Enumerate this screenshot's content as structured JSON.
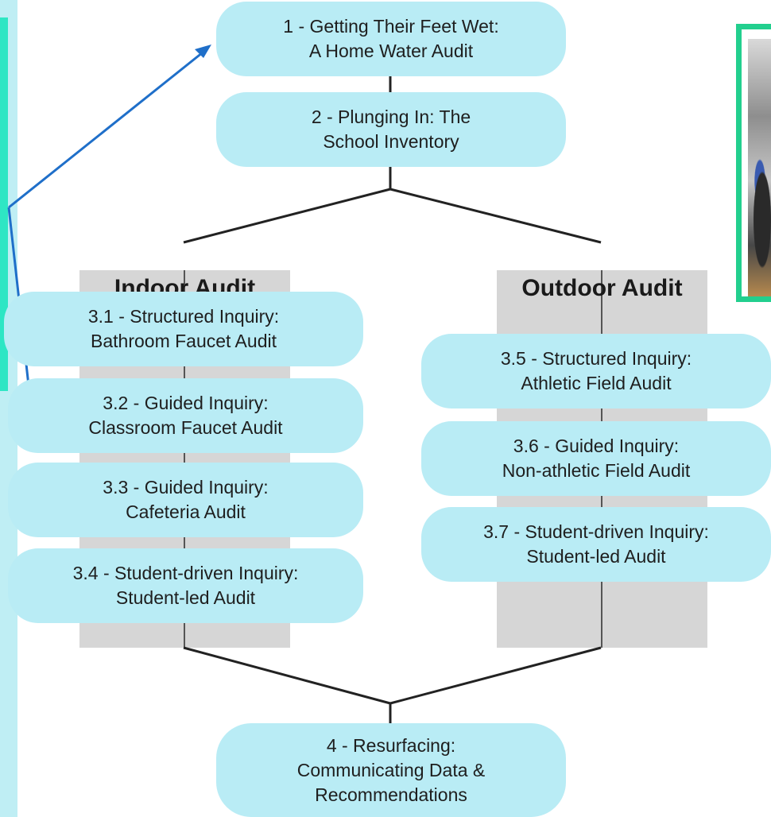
{
  "nodes": {
    "n1": {
      "line1": "1 - Getting Their Feet Wet:",
      "line2": "A Home Water Audit"
    },
    "n2": {
      "line1": "2 - Plunging In: The",
      "line2": "School Inventory"
    },
    "n31": {
      "line1": "3.1 - Structured Inquiry:",
      "line2": "Bathroom Faucet Audit"
    },
    "n32": {
      "line1": "3.2 - Guided Inquiry:",
      "line2": "Classroom Faucet Audit"
    },
    "n33": {
      "line1": "3.3 - Guided Inquiry:",
      "line2": "Cafeteria Audit"
    },
    "n34": {
      "line1": "3.4 - Student-driven Inquiry:",
      "line2": "Student-led Audit"
    },
    "n35": {
      "line1": "3.5 - Structured Inquiry:",
      "line2": "Athletic Field Audit"
    },
    "n36": {
      "line1": "3.6 - Guided Inquiry:",
      "line2": "Non-athletic Field Audit"
    },
    "n37": {
      "line1": "3.7 - Student-driven Inquiry:",
      "line2": "Student-led Audit"
    },
    "n4": {
      "line1": "4 - Resurfacing:",
      "line2": "Communicating Data &",
      "line3": "Recommendations"
    }
  },
  "columns": {
    "indoor": {
      "title": "Indoor Audit"
    },
    "outdoor": {
      "title": "Outdoor Audit"
    }
  },
  "colors": {
    "node_fill": "#b9ecf5",
    "column_fill": "#d6d6d6",
    "arrow": "#1f6fc9",
    "side_panel": "#2ee6c4",
    "photo_frame": "#22cf8e"
  }
}
